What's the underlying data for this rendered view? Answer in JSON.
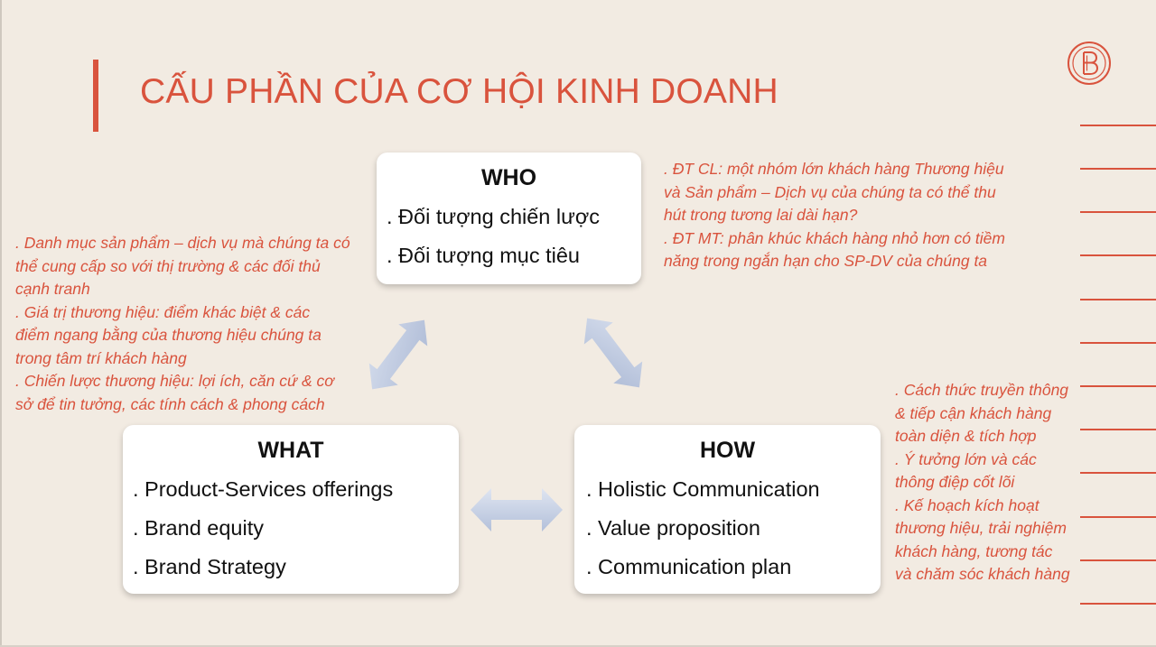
{
  "slide": {
    "title": "CẤU PHẦN CỦA CƠ HỘI KINH DOANH",
    "logo_icon": "brand-b-circle-logo",
    "accent_color": "#d9533d",
    "background_color": "#f2ebe2"
  },
  "who": {
    "title": "WHO",
    "items": [
      ". Đối tượng chiến lược",
      ". Đối tượng mục tiêu"
    ]
  },
  "what": {
    "title": "WHAT",
    "items": [
      ". Product-Services offerings",
      ". Brand equity",
      ". Brand Strategy"
    ]
  },
  "how": {
    "title": "HOW",
    "items": [
      ". Holistic Communication",
      ". Value proposition",
      ". Communication plan"
    ]
  },
  "notes": {
    "who": [
      ". ĐT CL: một nhóm lớn khách hàng Thương hiệu",
      "và Sản phẩm – Dịch vụ của chúng ta có thể thu",
      "hút trong tương lai dài hạn?",
      ". ĐT MT: phân khúc khách hàng nhỏ hơn có tiềm",
      "năng trong ngắn hạn cho SP-DV của chúng ta"
    ],
    "what": [
      ". Danh mục sản phẩm – dịch vụ mà chúng ta có",
      "thể cung cấp so với thị trường & các đối thủ",
      "cạnh tranh",
      ". Giá trị thương hiệu: điểm khác biệt & các",
      "điểm ngang bằng của thương hiệu chúng ta",
      "trong tâm trí khách hàng",
      ". Chiến lược thương hiệu: lợi ích, căn cứ & cơ",
      "sở để tin tưởng, các tính cách & phong cách"
    ],
    "how": [
      ". Cách thức truyền thông",
      "& tiếp cận khách hàng",
      "toàn diện & tích hợp",
      ". Ý tưởng lớn và các",
      "thông điệp cốt lõi",
      ". Kế hoạch kích hoạt",
      "thương hiệu, trải nghiệm",
      "khách hàng, tương tác",
      "và chăm sóc khách hàng"
    ]
  },
  "connectors": [
    {
      "from": "what",
      "to": "who",
      "icon": "double-arrow-icon"
    },
    {
      "from": "who",
      "to": "how",
      "icon": "double-arrow-icon"
    },
    {
      "from": "what",
      "to": "how",
      "icon": "double-arrow-icon"
    }
  ]
}
